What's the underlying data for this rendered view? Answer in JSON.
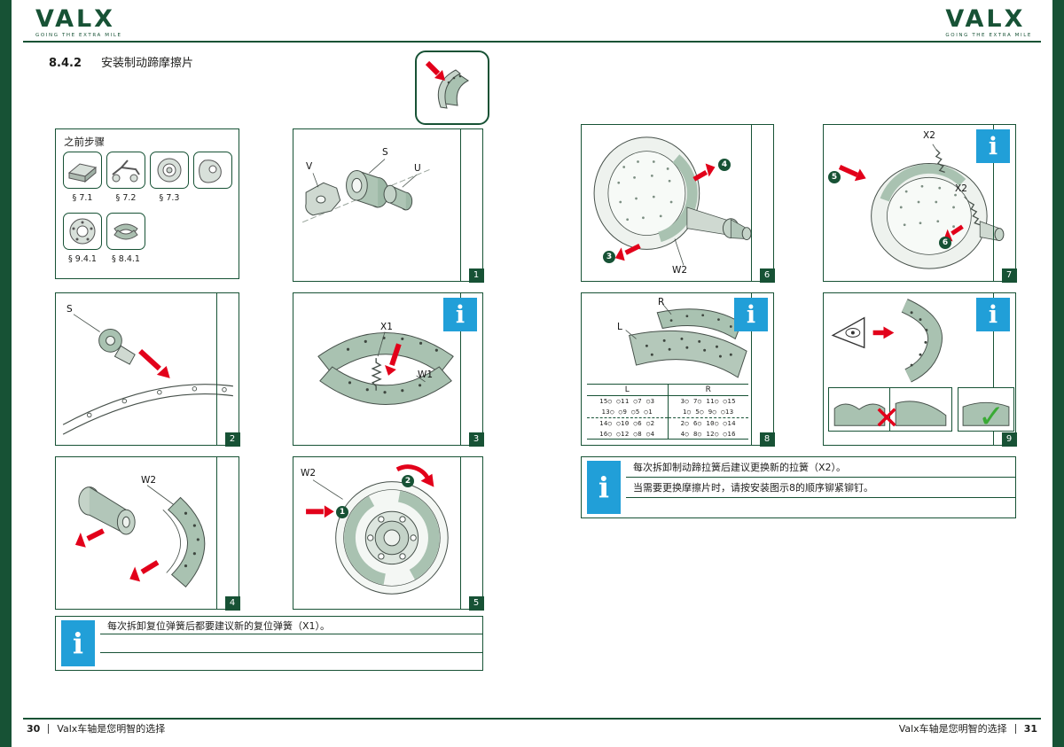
{
  "brand": {
    "name": "VALX",
    "tagline": "GOING THE EXTRA MILE"
  },
  "section": {
    "number": "8.4.2",
    "title": "安装制动蹄摩擦片"
  },
  "prev_steps": {
    "title": "之前步骤",
    "row1": [
      {
        "label": "§ 7.1"
      },
      {
        "label": "§ 7.2"
      },
      {
        "label": "§ 7.3"
      },
      {
        "label": ""
      }
    ],
    "row2": [
      {
        "label": "§ 9.4.1"
      },
      {
        "label": "§ 8.4.1"
      }
    ]
  },
  "panels": {
    "p1": {
      "number": "1",
      "part_v": "V",
      "part_s": "S",
      "part_u": "U"
    },
    "p2": {
      "number": "2",
      "part_s": "S"
    },
    "p3": {
      "number": "3",
      "part_x1": "X1",
      "part_w1": "W1"
    },
    "p4": {
      "number": "4",
      "part_w2": "W2"
    },
    "p5": {
      "number": "5",
      "part_w2": "W2",
      "step_1": "1",
      "step_2": "2"
    },
    "p6": {
      "number": "6",
      "part_w2": "W2",
      "step_3": "3",
      "step_4": "4"
    },
    "p7": {
      "number": "7",
      "part_x2_top": "X2",
      "part_x2_side": "X2",
      "step_5": "5",
      "step_6": "6"
    },
    "p8": {
      "number": "8",
      "label_r": "R",
      "label_l": "L",
      "table": {
        "left_header": "L",
        "right_header": "R",
        "left_rows": [
          "15○ ○11 ○7 ○3",
          "13○ ○9 ○5 ○1",
          "14○ ○10 ○6 ○2",
          "16○ ○12 ○8 ○4"
        ],
        "right_rows": [
          "3○ 7○ 11○ ○15",
          "1○ 5○ 9○ ○13",
          "2○ 6○ 10○ ○14",
          "4○ 8○ 12○ ○16"
        ]
      }
    },
    "p9": {
      "number": "9"
    }
  },
  "icons": {
    "info": "i",
    "x_mark": "✕",
    "check": "✓"
  },
  "notes": {
    "left": {
      "line1": "每次拆卸复位弹簧后都要建议新的复位弹簧（X1）。"
    },
    "right": {
      "line1": "每次拆卸制动蹄拉簧后建议更换新的拉簧（X2）。",
      "line2": "当需要更换摩擦片时，请按安装图示8的顺序铆紧铆钉。"
    }
  },
  "footer": {
    "left_page": "30",
    "left_text": "Valx车轴是您明智的选择",
    "right_text": "Valx车轴是您明智的选择",
    "right_page": "31"
  },
  "colors": {
    "brand_green": "#175235",
    "info_blue": "#219fd8",
    "arrow_red": "#e2001a",
    "illustration_sage": "#a9c2b1",
    "check_green": "#3aaa35"
  }
}
